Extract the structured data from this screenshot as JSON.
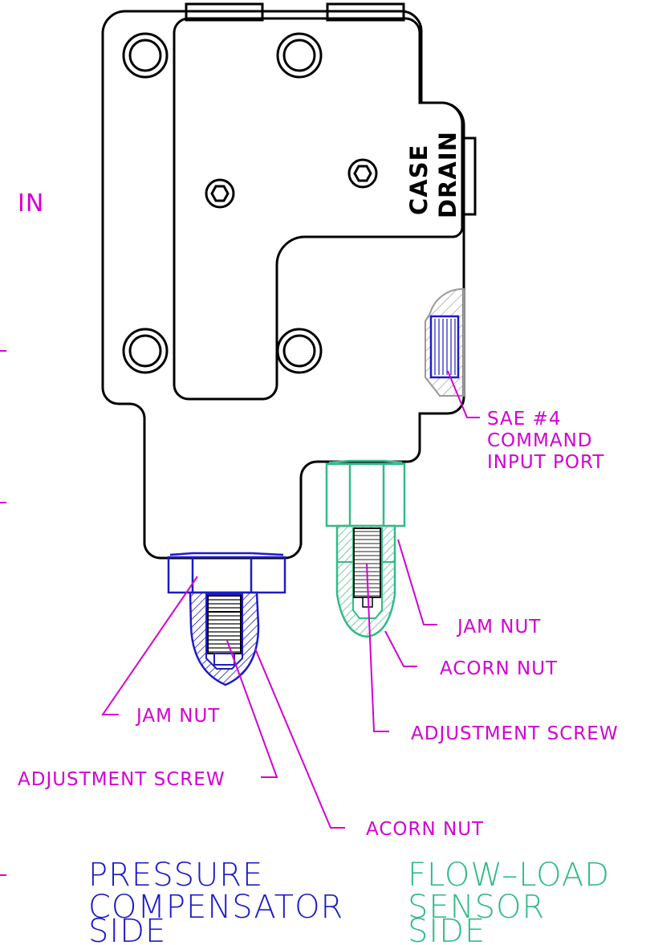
{
  "colors": {
    "outline": "#000000",
    "pressure_side": "#1c1cc8",
    "flow_side": "#33bb88",
    "callouts": "#d400d4",
    "port_section": "#999999"
  },
  "labels": {
    "in": "IN",
    "case_drain_1": "CASE",
    "case_drain_2": "DRAIN",
    "sae_1": "SAE  #4",
    "sae_2": "COMMAND",
    "sae_3": "INPUT  PORT",
    "right_jam_nut": "JAM  NUT",
    "right_acorn_nut": "ACORN  NUT",
    "right_adjustment_screw": "ADJUSTMENT  SCREW",
    "left_jam_nut": "JAM  NUT",
    "left_adjustment_screw": "ADJUSTMENT  SCREW",
    "left_acorn_nut": "ACORN  NUT"
  },
  "titles": {
    "pressure_1": "PRESSURE",
    "pressure_2": "COMPENSATOR",
    "pressure_3": "SIDE",
    "flow_1": "FLOW–LOAD",
    "flow_2": "SENSOR",
    "flow_3": "SIDE"
  }
}
